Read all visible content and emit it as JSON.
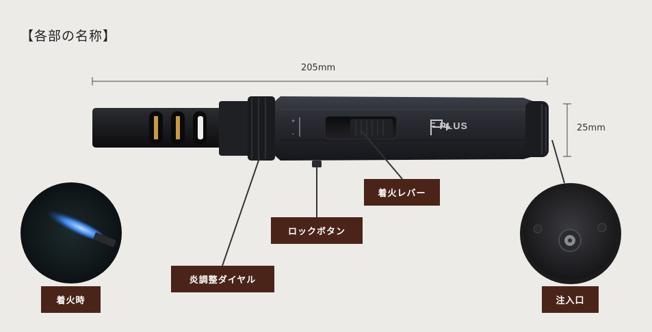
{
  "title": "【各部の名称】",
  "dimensions": {
    "length": "205mm",
    "diameter": "25mm"
  },
  "brand": "F PLUS",
  "labels": {
    "ignition_lever": "着火レバー",
    "lock_button": "ロックボタン",
    "flame_dial": "炎調整ダイヤル",
    "when_ignited": "着火時",
    "fill_port": "注入口"
  },
  "colors": {
    "tag_bg": "#4a2418",
    "background": "#edebe8"
  }
}
